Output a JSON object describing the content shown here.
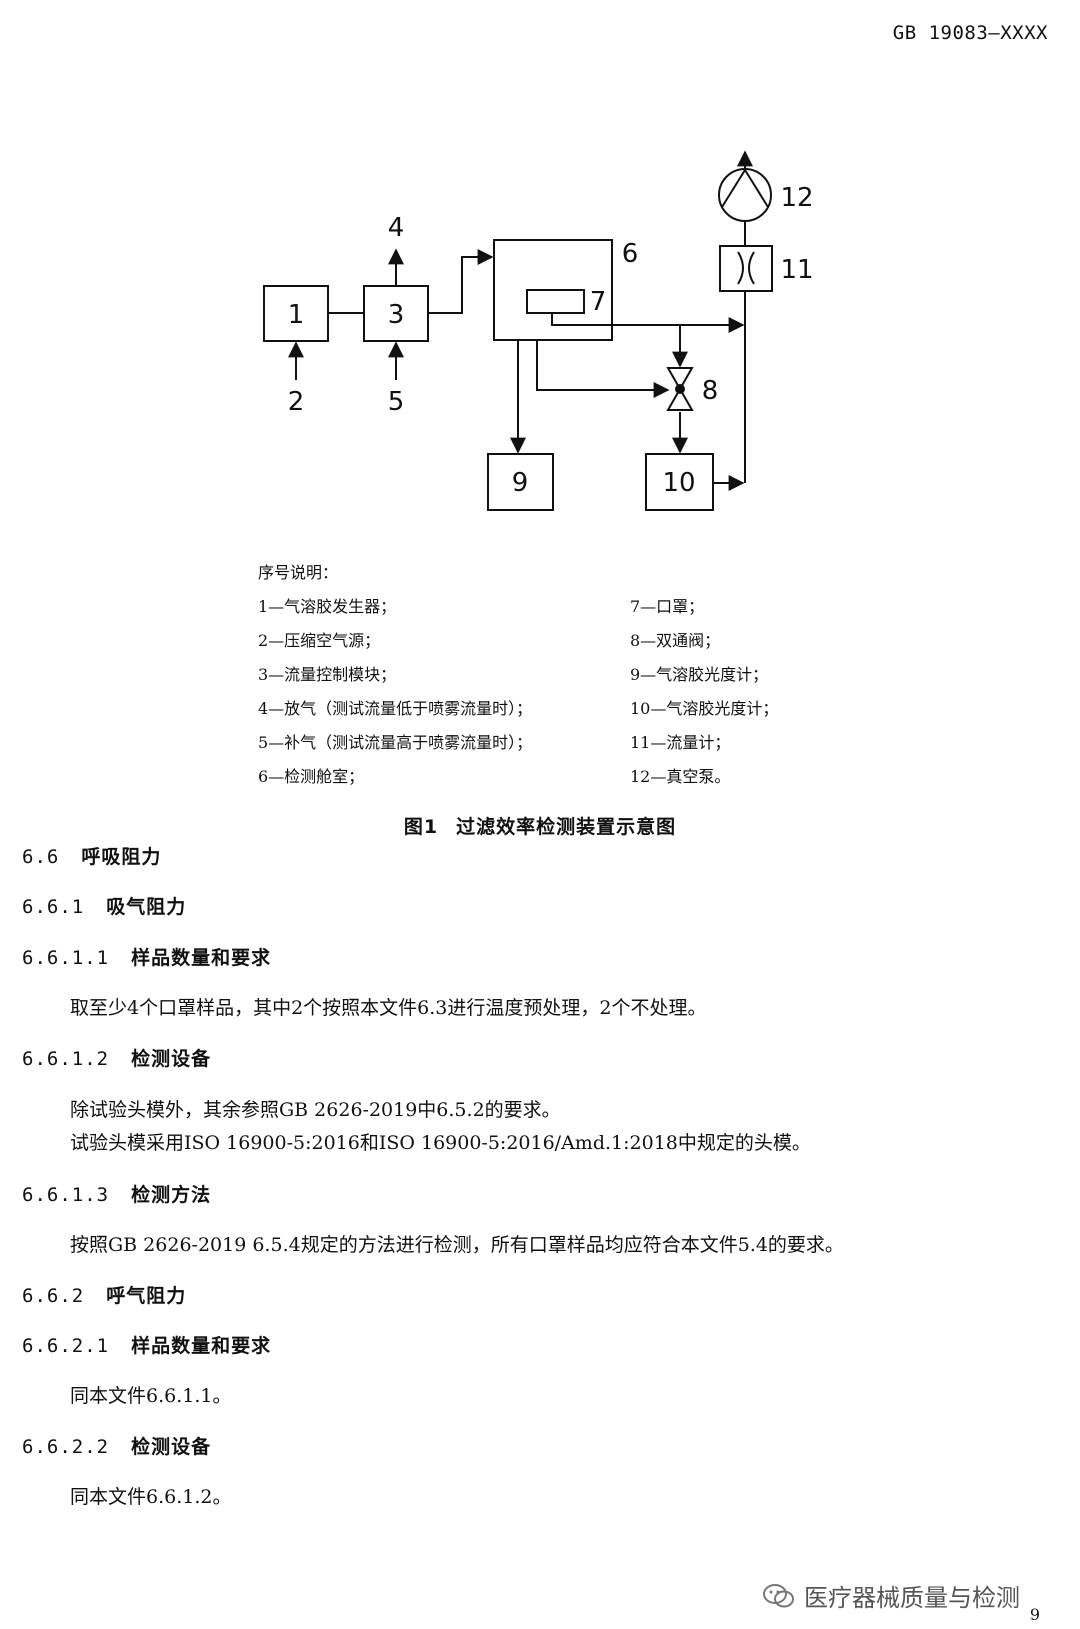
{
  "header": {
    "code": "GB 19083—XXXX"
  },
  "figure": {
    "boxes": [
      "1",
      "3",
      "6",
      "7",
      "9",
      "10",
      "11"
    ],
    "labels": {
      "n1": "1",
      "n2": "2",
      "n3": "3",
      "n4": "4",
      "n5": "5",
      "n6": "6",
      "n7": "7",
      "n8": "8",
      "n9": "9",
      "n10": "10",
      "n11": "11",
      "n12": "12"
    },
    "legend_title": "序号说明：",
    "legend_left": [
      "1—气溶胶发生器；",
      "2—压缩空气源；",
      "3—流量控制模块；",
      "4—放气（测试流量低于喷雾流量时）；",
      "5—补气（测试流量高于喷雾流量时）；",
      "6—检测舱室；"
    ],
    "legend_right": [
      "7—口罩；",
      "8—双通阀；",
      "9—气溶胶光度计；",
      "10—气溶胶光度计；",
      "11—流量计；",
      "12—真空泵。"
    ],
    "caption_label": "图1",
    "caption_text": "过滤效率检测装置示意图"
  },
  "sections": {
    "s66": {
      "num": "6.6",
      "title": "呼吸阻力"
    },
    "s661": {
      "num": "6.6.1",
      "title": "吸气阻力"
    },
    "s6611": {
      "num": "6.6.1.1",
      "title": "样品数量和要求"
    },
    "p6611": "取至少4个口罩样品，其中2个按照本文件6.3进行温度预处理，2个不处理。",
    "s6612": {
      "num": "6.6.1.2",
      "title": "检测设备"
    },
    "p6612a": "除试验头模外，其余参照GB 2626-2019中6.5.2的要求。",
    "p6612b": "试验头模采用ISO 16900-5:2016和ISO 16900-5:2016/Amd.1:2018中规定的头模。",
    "s6613": {
      "num": "6.6.1.3",
      "title": "检测方法"
    },
    "p6613": "按照GB 2626-2019 6.5.4规定的方法进行检测，所有口罩样品均应符合本文件5.4的要求。",
    "s662": {
      "num": "6.6.2",
      "title": "呼气阻力"
    },
    "s6621": {
      "num": "6.6.2.1",
      "title": "样品数量和要求"
    },
    "p6621": "同本文件6.6.1.1。",
    "s6622": {
      "num": "6.6.2.2",
      "title": "检测设备"
    },
    "p6622": "同本文件6.6.1.2。"
  },
  "watermark": "医疗器械质量与检测",
  "page_number": "9"
}
